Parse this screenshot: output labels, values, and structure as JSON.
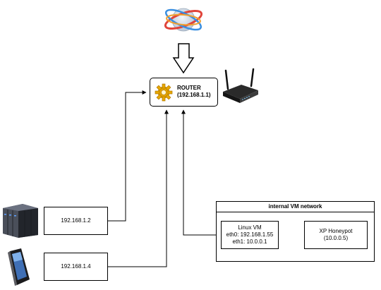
{
  "router": {
    "name": "ROUTER",
    "ip": "(192.168.1.1)"
  },
  "hosts": [
    {
      "ip": "192.168.1.2",
      "device": "server-rack-icon"
    },
    {
      "ip": "192.168.1.4",
      "device": "smartphone-icon"
    }
  ],
  "vm_network": {
    "title": "internal VM network",
    "linux_vm": {
      "name": "Linux VM",
      "eth0": "eth0: 192.168.1.55",
      "eth1": "eth1: 10.0.0.1"
    },
    "honeypot": {
      "name": "XP Honeypot",
      "ip": "(10.0.0.5)"
    }
  },
  "icons": {
    "internet": "globe-icon",
    "router_gear": "gear-icon",
    "router_device": "wifi-router-icon"
  },
  "colors": {
    "line": "#000000",
    "gear": "#e8a800"
  }
}
